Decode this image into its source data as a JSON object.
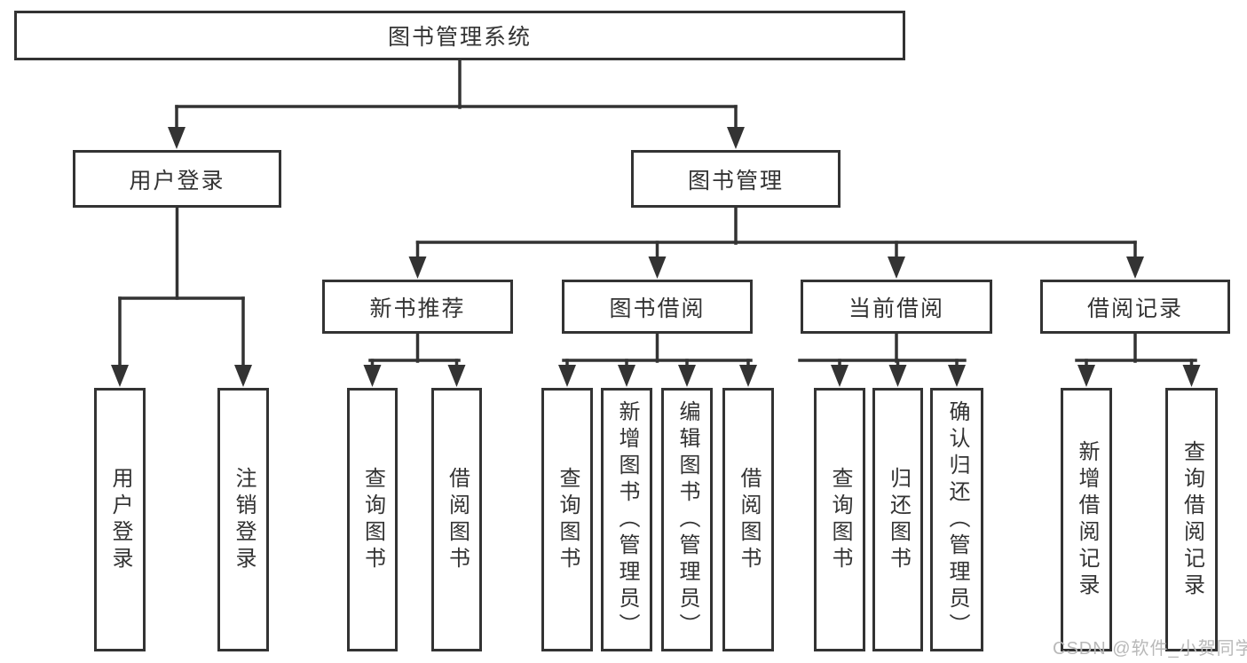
{
  "colors": {
    "line": "#333333",
    "box_border": "#333333",
    "text": "#333333",
    "background": "#ffffff",
    "watermark": "#b9b9b9"
  },
  "diagram": {
    "root": {
      "label": "图书管理系统"
    },
    "branches": [
      {
        "label": "用户登录",
        "children": [
          {
            "label": "用户登录"
          },
          {
            "label": "注销登录"
          }
        ]
      },
      {
        "label": "图书管理",
        "children": [
          {
            "label": "新书推荐",
            "children": [
              {
                "label": "查询图书"
              },
              {
                "label": "借阅图书"
              }
            ]
          },
          {
            "label": "图书借阅",
            "children": [
              {
                "label": "查询图书"
              },
              {
                "label": "新增图书（管理员）"
              },
              {
                "label": "编辑图书（管理员）"
              },
              {
                "label": "借阅图书"
              }
            ]
          },
          {
            "label": "当前借阅",
            "children": [
              {
                "label": "查询图书"
              },
              {
                "label": "归还图书"
              },
              {
                "label": "确认归还（管理员）"
              }
            ]
          },
          {
            "label": "借阅记录",
            "children": [
              {
                "label": "新增借阅记录"
              },
              {
                "label": "查询借阅记录"
              }
            ]
          }
        ]
      }
    ]
  },
  "watermark": {
    "text": "CSDN @软件_小贺同学"
  }
}
